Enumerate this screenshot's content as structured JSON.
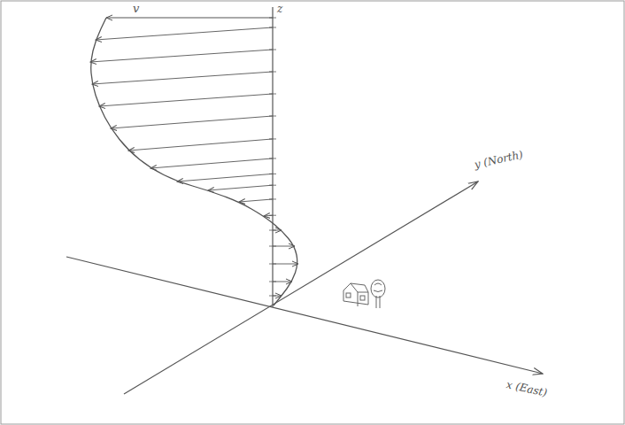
{
  "diagram": {
    "labels": [
      "v",
      "z",
      "y (North)",
      "x (East)"
    ]
  }
}
